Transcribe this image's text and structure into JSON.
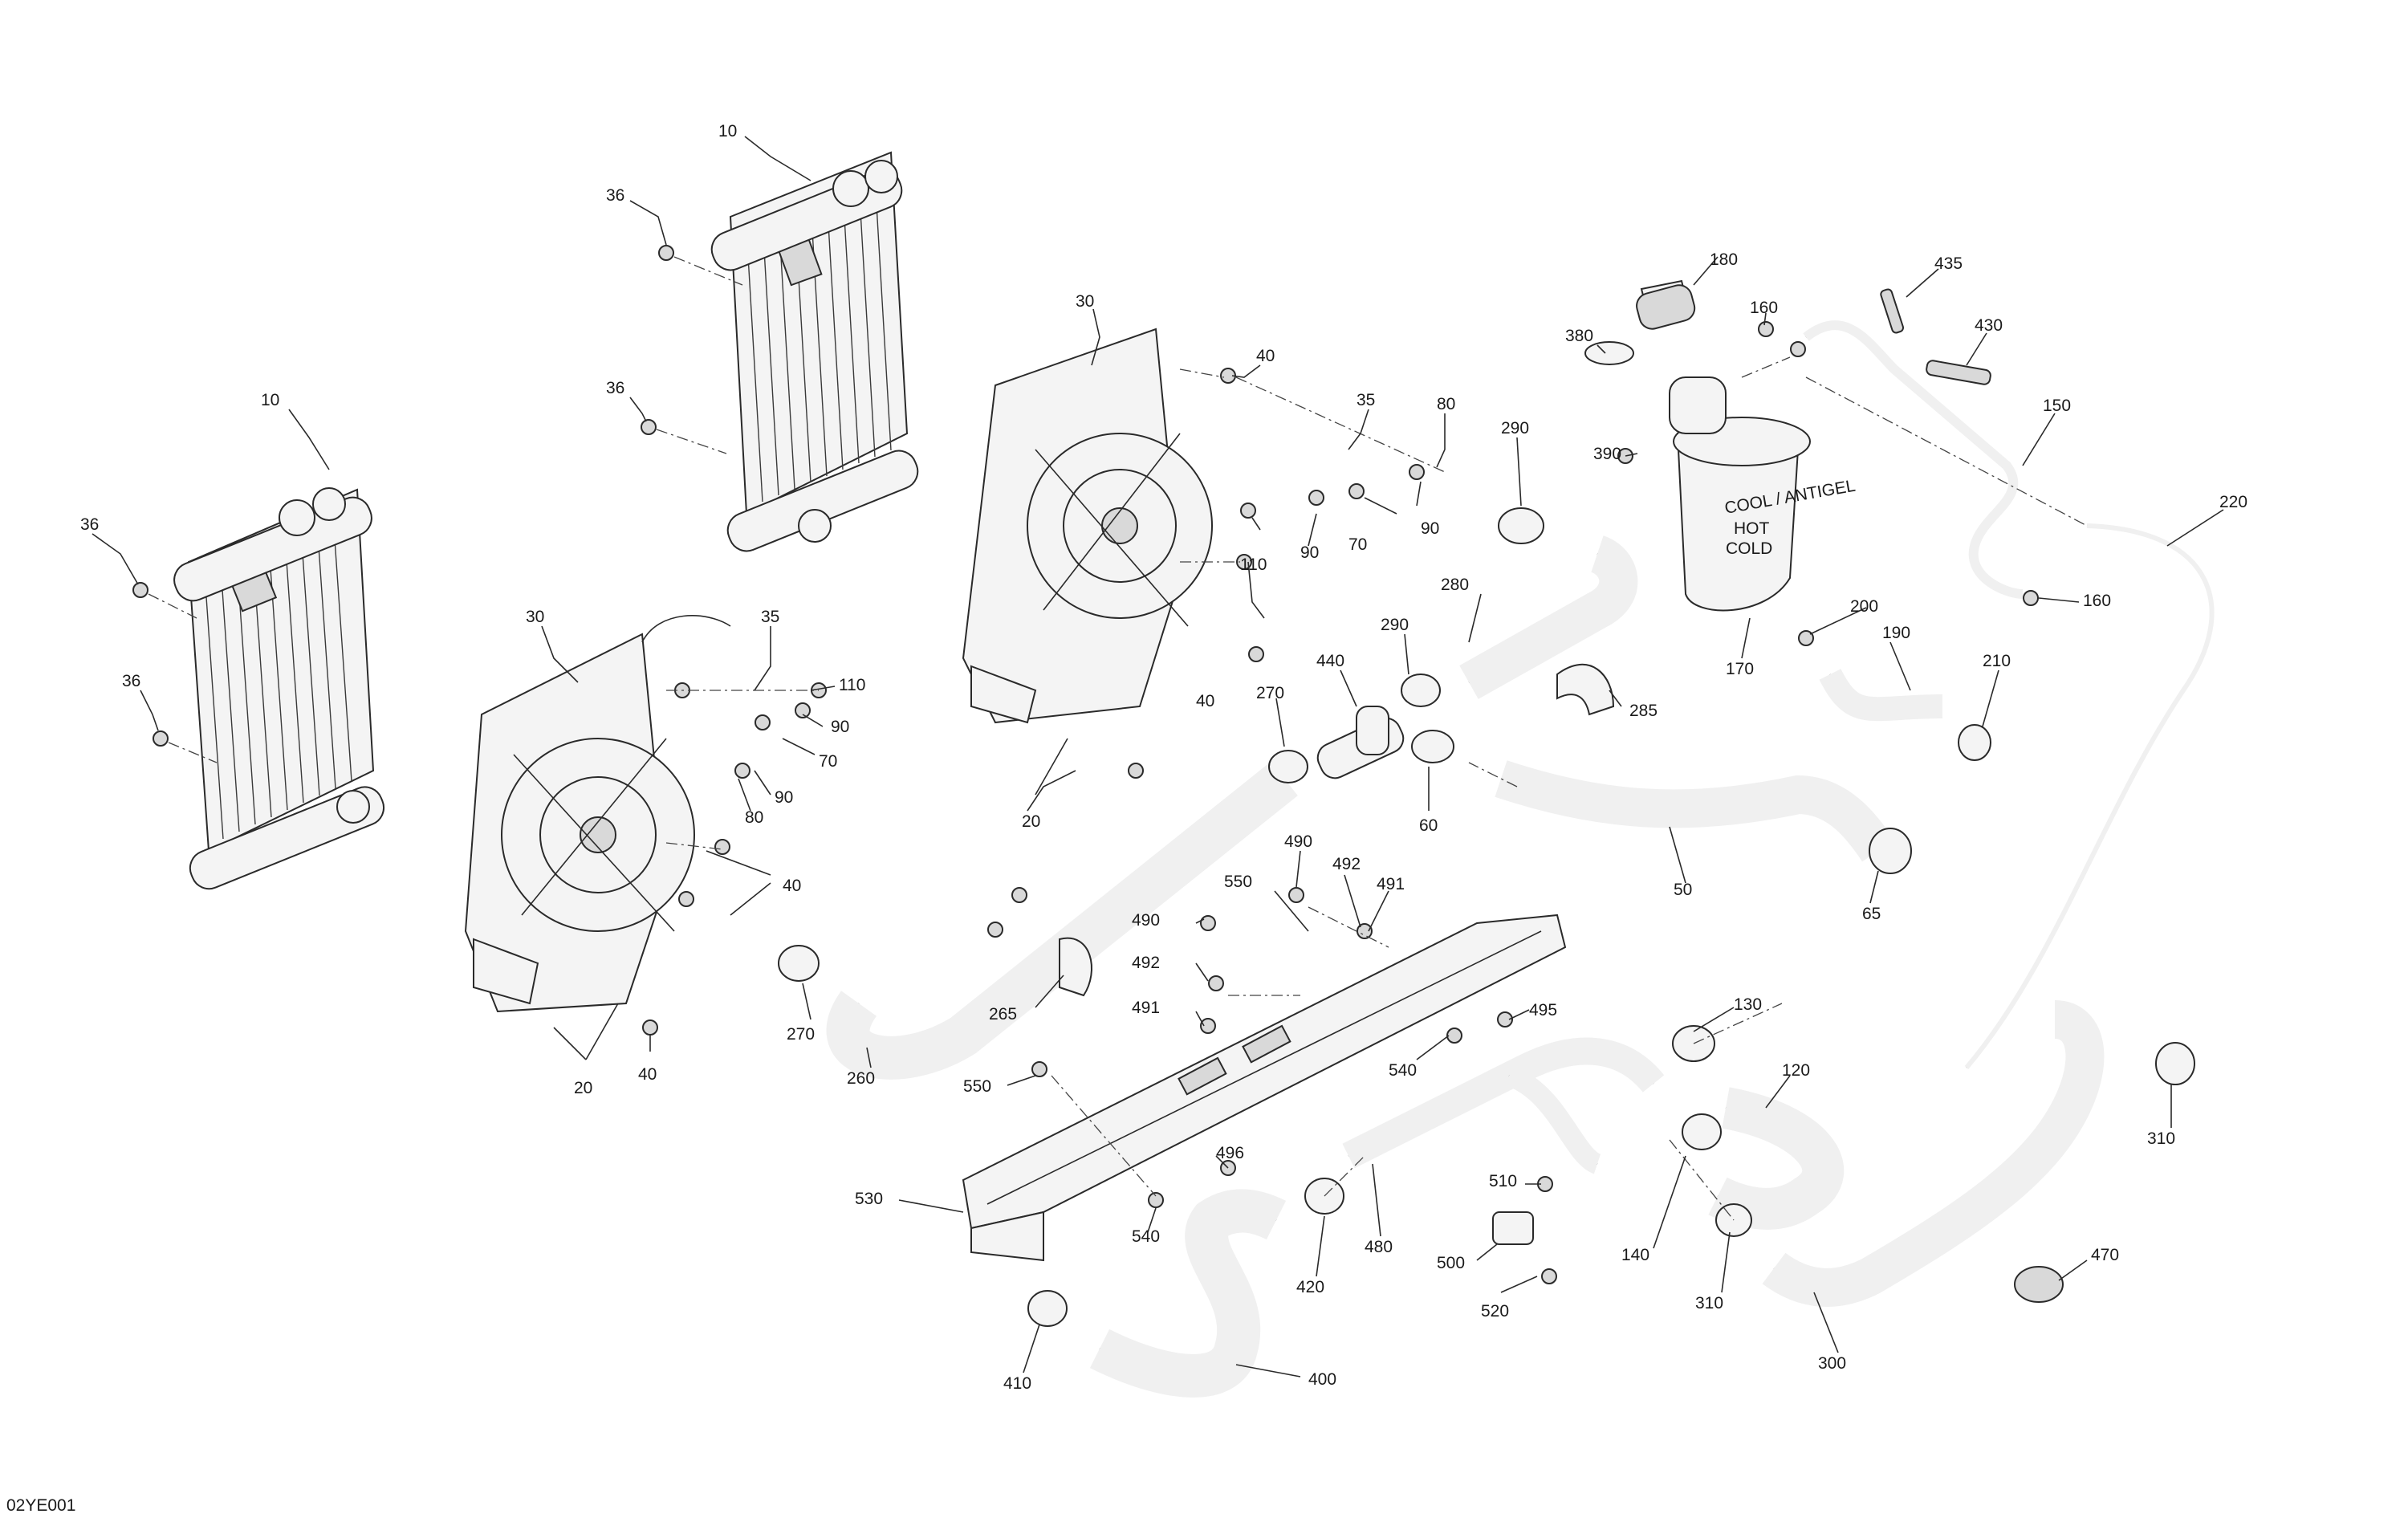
{
  "diagram_code": "02YE001",
  "callouts": [
    {
      "id": "c10a",
      "text": "10"
    },
    {
      "id": "c36a",
      "text": "36"
    },
    {
      "id": "c36b",
      "text": "36"
    },
    {
      "id": "c10b",
      "text": "10"
    },
    {
      "id": "c36c",
      "text": "36"
    },
    {
      "id": "c36d",
      "text": "36"
    },
    {
      "id": "c30a",
      "text": "30"
    },
    {
      "id": "c35a",
      "text": "35"
    },
    {
      "id": "c110a",
      "text": "110"
    },
    {
      "id": "c90a",
      "text": "90"
    },
    {
      "id": "c70a",
      "text": "70"
    },
    {
      "id": "c90b",
      "text": "90"
    },
    {
      "id": "c80a",
      "text": "80"
    },
    {
      "id": "c40a",
      "text": "40"
    },
    {
      "id": "c40b",
      "text": "40"
    },
    {
      "id": "c20a",
      "text": "20"
    },
    {
      "id": "c30b",
      "text": "30"
    },
    {
      "id": "c40c",
      "text": "40"
    },
    {
      "id": "c35b",
      "text": "35"
    },
    {
      "id": "c80b",
      "text": "80"
    },
    {
      "id": "c110b",
      "text": "110"
    },
    {
      "id": "c90c",
      "text": "90"
    },
    {
      "id": "c70b",
      "text": "70"
    },
    {
      "id": "c90d",
      "text": "90"
    },
    {
      "id": "c40d",
      "text": "40"
    },
    {
      "id": "c20b",
      "text": "20"
    },
    {
      "id": "c290a",
      "text": "290"
    },
    {
      "id": "c280",
      "text": "280"
    },
    {
      "id": "c290b",
      "text": "290"
    },
    {
      "id": "c440",
      "text": "440"
    },
    {
      "id": "c270a",
      "text": "270"
    },
    {
      "id": "c285",
      "text": "285"
    },
    {
      "id": "c60",
      "text": "60"
    },
    {
      "id": "c50",
      "text": "50"
    },
    {
      "id": "c65",
      "text": "65"
    },
    {
      "id": "c180",
      "text": "180"
    },
    {
      "id": "c160a",
      "text": "160"
    },
    {
      "id": "c380",
      "text": "380"
    },
    {
      "id": "c390",
      "text": "390"
    },
    {
      "id": "c170",
      "text": "170"
    },
    {
      "id": "c200",
      "text": "200"
    },
    {
      "id": "c190",
      "text": "190"
    },
    {
      "id": "c210",
      "text": "210"
    },
    {
      "id": "c435",
      "text": "435"
    },
    {
      "id": "c430",
      "text": "430"
    },
    {
      "id": "c150",
      "text": "150"
    },
    {
      "id": "c160b",
      "text": "160"
    },
    {
      "id": "c220",
      "text": "220"
    },
    {
      "id": "c490a",
      "text": "490"
    },
    {
      "id": "c492a",
      "text": "492"
    },
    {
      "id": "c491a",
      "text": "491"
    },
    {
      "id": "c550a",
      "text": "550"
    },
    {
      "id": "c490b",
      "text": "490"
    },
    {
      "id": "c492b",
      "text": "492"
    },
    {
      "id": "c491b",
      "text": "491"
    },
    {
      "id": "c495",
      "text": "495"
    },
    {
      "id": "c265",
      "text": "265"
    },
    {
      "id": "c270b",
      "text": "270"
    },
    {
      "id": "c260",
      "text": "260"
    },
    {
      "id": "c550b",
      "text": "550"
    },
    {
      "id": "c540a",
      "text": "540"
    },
    {
      "id": "c496",
      "text": "496"
    },
    {
      "id": "c530",
      "text": "530"
    },
    {
      "id": "c540b",
      "text": "540"
    },
    {
      "id": "c130",
      "text": "130"
    },
    {
      "id": "c120",
      "text": "120"
    },
    {
      "id": "c510",
      "text": "510"
    },
    {
      "id": "c480",
      "text": "480"
    },
    {
      "id": "c500",
      "text": "500"
    },
    {
      "id": "c520",
      "text": "520"
    },
    {
      "id": "c140",
      "text": "140"
    },
    {
      "id": "c310a",
      "text": "310"
    },
    {
      "id": "c310b",
      "text": "310"
    },
    {
      "id": "c470",
      "text": "470"
    },
    {
      "id": "c300",
      "text": "300"
    },
    {
      "id": "c420",
      "text": "420"
    },
    {
      "id": "c410",
      "text": "410"
    },
    {
      "id": "c400",
      "text": "400"
    }
  ],
  "tank_print": {
    "line1": "COOL / ANTIGEL",
    "line2": "HOT",
    "line3": "COLD"
  }
}
